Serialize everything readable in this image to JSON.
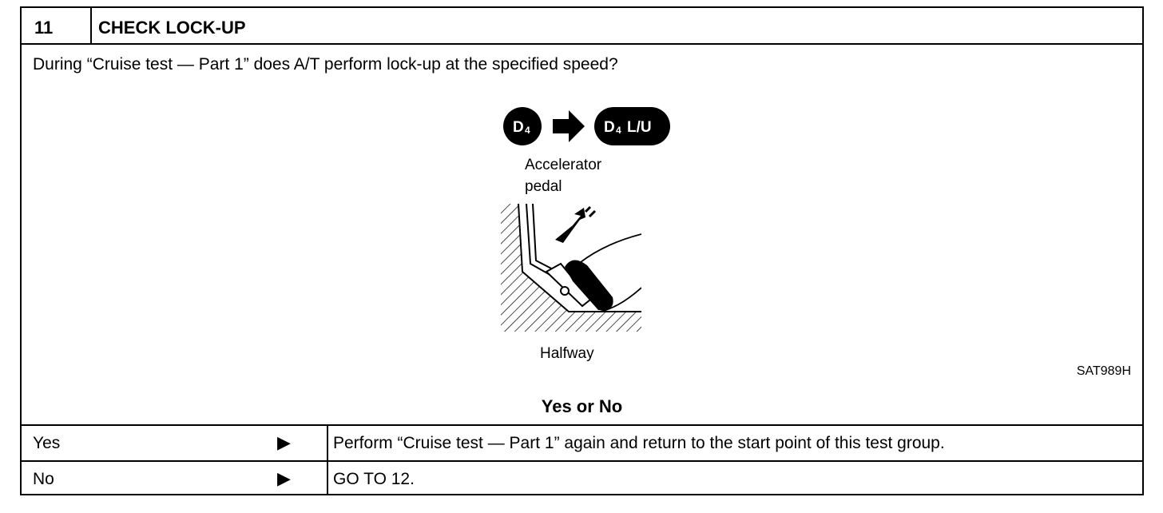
{
  "step": {
    "number": "11",
    "title": "CHECK LOCK-UP"
  },
  "question": "During “Cruise test — Part 1” does A/T perform lock-up at the specified speed?",
  "figure": {
    "from_gear": "D",
    "from_gear_sub": "4",
    "to_gear": "D",
    "to_gear_sub": "4",
    "to_gear_suffix": "L/U",
    "pedal_label_line1": "Accelerator",
    "pedal_label_line2": "pedal",
    "position_label": "Halfway",
    "code": "SAT989H",
    "icons": [
      "right-arrow-icon",
      "accelerator-pedal-illustration"
    ]
  },
  "prompt": "Yes or No",
  "outcomes": [
    {
      "label": "Yes",
      "arrow": "▶",
      "action": "Perform “Cruise test — Part 1” again and return to the start point of this test group."
    },
    {
      "label": "No",
      "arrow": "▶",
      "action": "GO TO 12."
    }
  ]
}
